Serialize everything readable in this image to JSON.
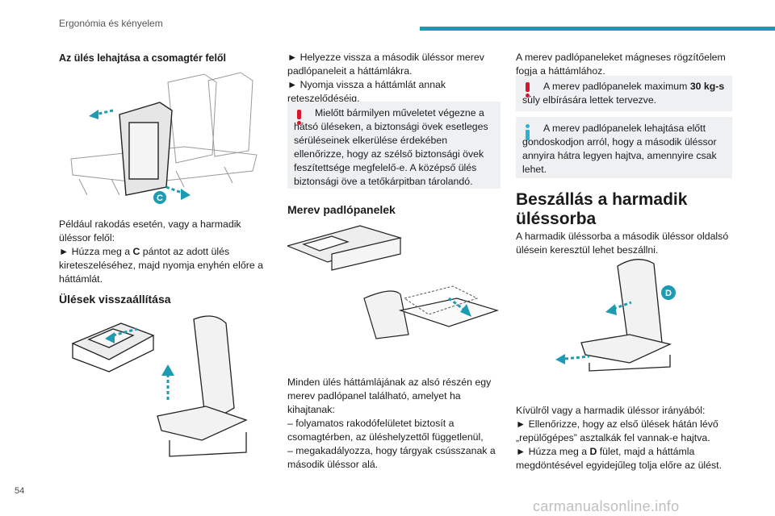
{
  "header": {
    "section": "Ergonómia és kényelem"
  },
  "page_number": "54",
  "watermark": "carmanualsonline.info",
  "col1": {
    "title": "Az ülés lehajtása a csomagtér felől",
    "badge_c": "C",
    "p1": "Például rakodás esetén, vagy a harmadik üléssor felől:",
    "p2a": "► Húzza meg a ",
    "p2b": "C",
    "p2c": " pántot az adott ülés kireteszeléséhez, majd nyomja enyhén előre a háttámlát.",
    "title2": "Ülések visszaállítása"
  },
  "col2": {
    "p1": "► Helyezze vissza a második üléssor merev padlópaneleit a háttámlákra.",
    "p2": "► Nyomja vissza a háttámlát annak reteszelődéséig.",
    "warn": "Mielőtt bármilyen műveletet végezne a hátsó üléseken, a biztonsági övek esetleges sérüléseinek elkerülése érdekében ellenőrizze, hogy az szélső biztonsági övek feszítettsége megfelelő-e. A középső ülés biztonsági öve a tetőkárpitban tárolandó.",
    "title": "Merev padlópanelek",
    "p3": "Minden ülés háttámlájának az alsó részén egy merev padlópanel található, amelyet ha kihajtanak:",
    "p4": "– folyamatos rakodófelületet biztosít a csomagtérben, az üléshelyzettől függetlenül,",
    "p5": "– megakadályozza, hogy tárgyak csússzanak a második üléssor alá."
  },
  "col3": {
    "p1": "A merev padlópaneleket mágneses rögzítőelem fogja a háttámlához.",
    "warn_a": "A merev padlópanelek maximum ",
    "warn_b": "30 kg-s",
    "warn_c": " súly elbírására lettek tervezve.",
    "info": "A merev padlópanelek lehajtása előtt gondoskodjon arról, hogy a második üléssor annyira hátra legyen hajtva, amennyire csak lehet.",
    "title": "Beszállás a harmadik üléssorba",
    "p2": "A harmadik üléssorba a második üléssor oldalsó ülésein keresztül lehet beszállni.",
    "badge_d": "D",
    "p3": "Kívülről vagy a harmadik üléssor irányából:",
    "p4": "► Ellenőrizze, hogy az első ülések hátán lévő „repülőgépes” asztalkák fel vannak-e hajtva.",
    "p5a": "► Húzza meg a ",
    "p5b": "D",
    "p5c": " fület, majd a háttámla megdöntésével egyidejűleg tolja előre az ülést."
  },
  "colors": {
    "accent": "#1d9bb3",
    "warning": "#d6152f",
    "info": "#2bb1d4",
    "box": "#eef0f2"
  }
}
